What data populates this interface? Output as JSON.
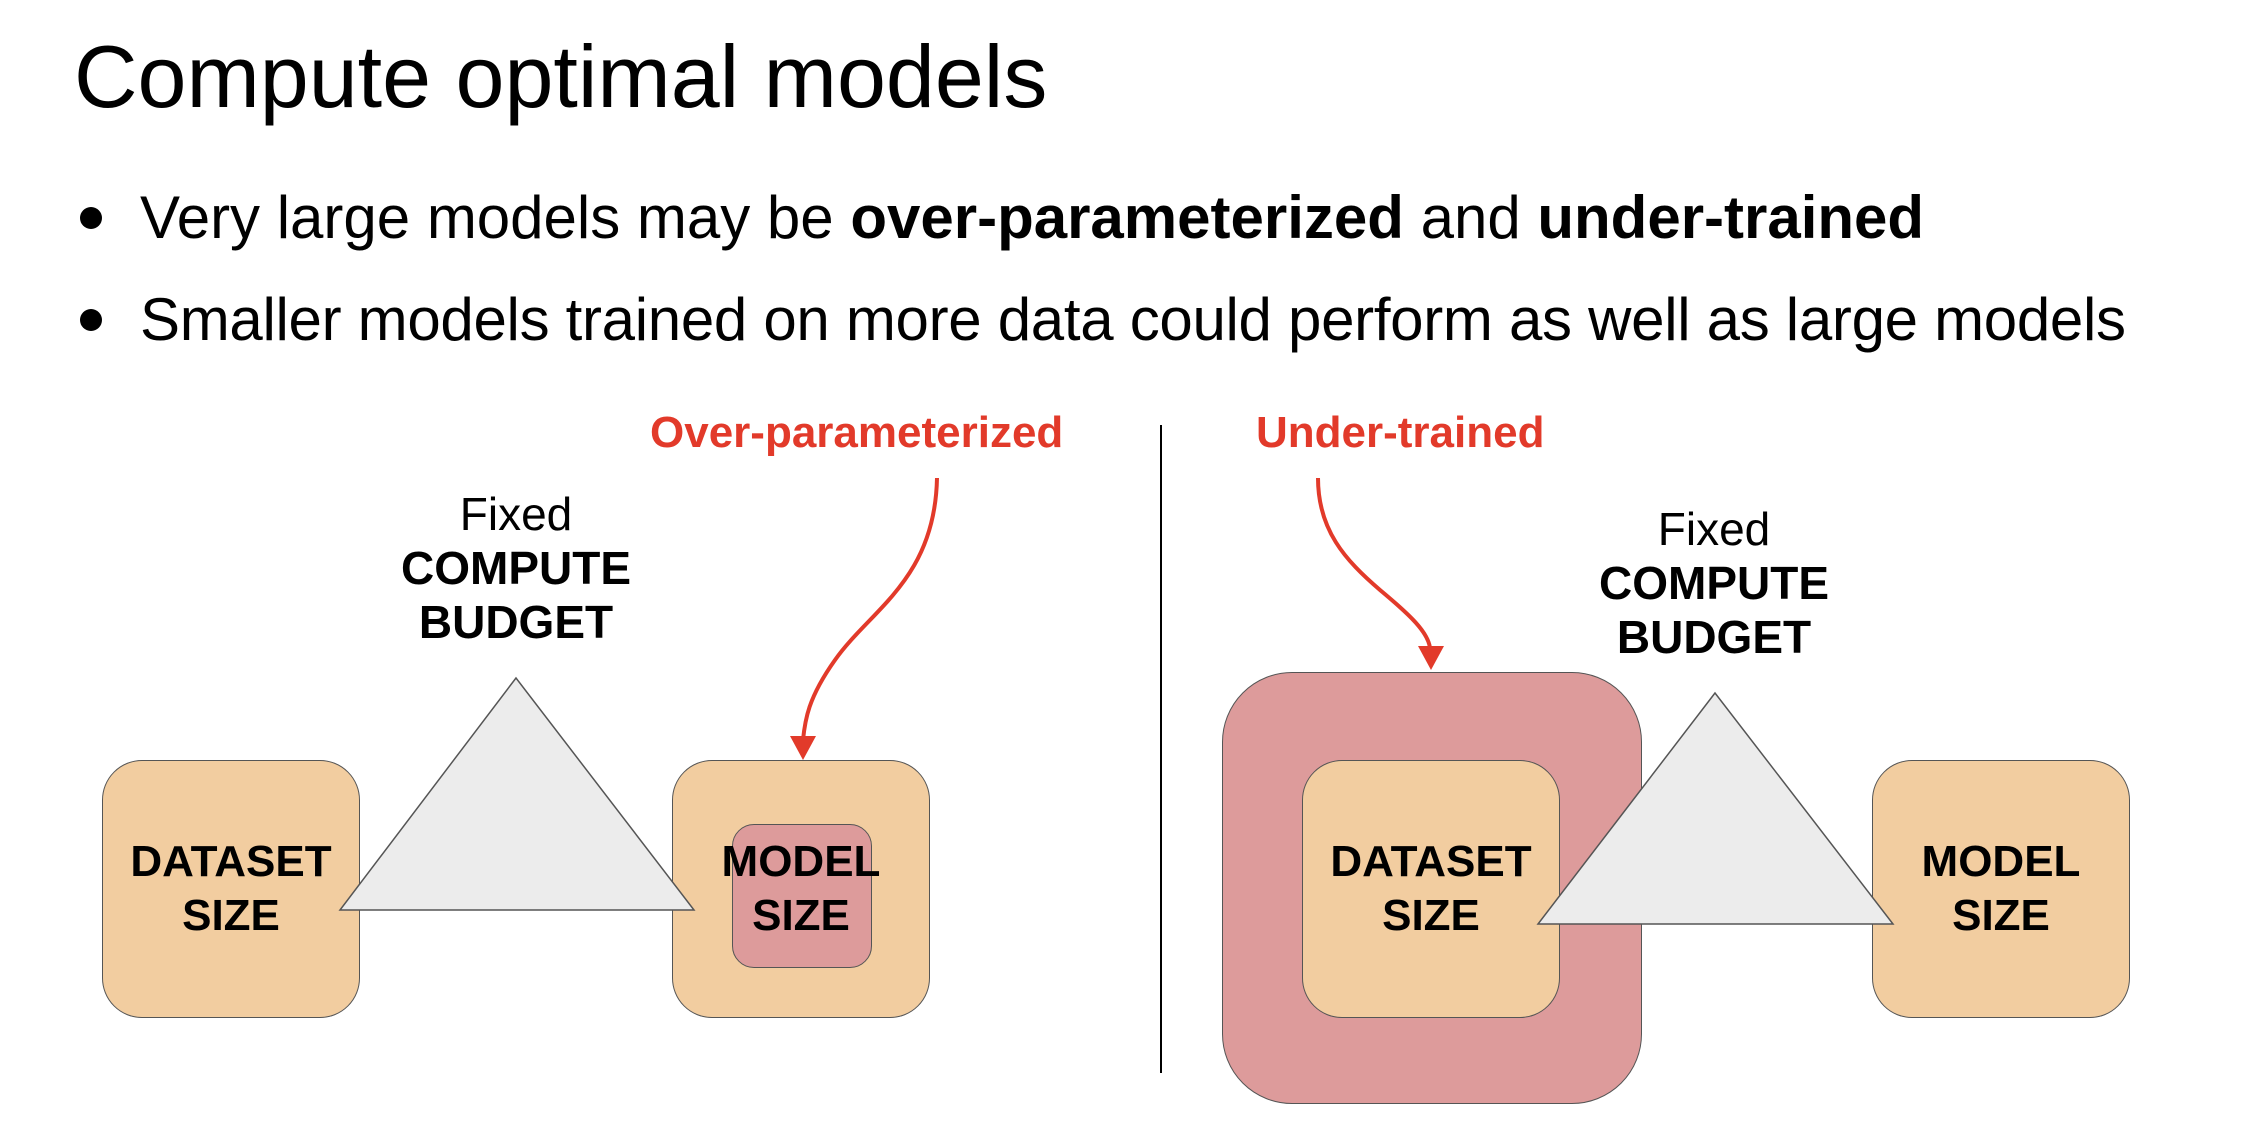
{
  "title": "Compute optimal models",
  "bullets": [
    {
      "pre": "Very large models may be ",
      "bold1": "over-parameterized",
      "mid": " and ",
      "bold2": "under-trained"
    },
    {
      "text": "Smaller models trained on more data could perform as well as large models"
    }
  ],
  "left_panel": {
    "annotation": "Over-parameterized",
    "budget_line1": "Fixed",
    "budget_line2": "COMPUTE",
    "budget_line3": "BUDGET",
    "dataset_line1": "DATASET",
    "dataset_line2": "SIZE",
    "model_line1": "MODEL",
    "model_line2": "SIZE"
  },
  "right_panel": {
    "annotation": "Under-trained",
    "budget_line1": "Fixed",
    "budget_line2": "COMPUTE",
    "budget_line3": "BUDGET",
    "dataset_line1": "DATASET",
    "dataset_line2": "SIZE",
    "model_line1": "MODEL",
    "model_line2": "SIZE"
  },
  "colors": {
    "tan": "#f2cda0",
    "pink": "#dd9b9b",
    "accent_red": "#e23a2a",
    "triangle": "#ececec"
  }
}
